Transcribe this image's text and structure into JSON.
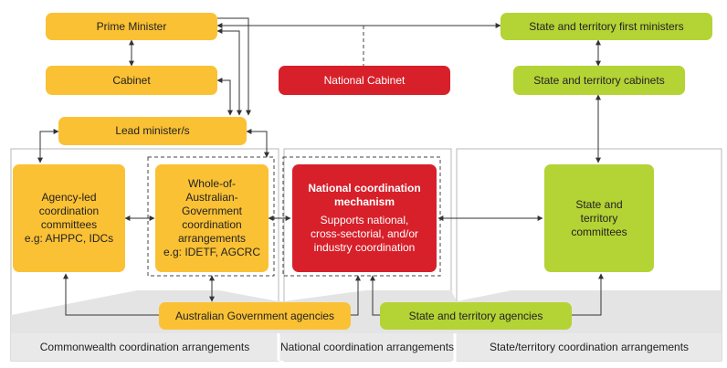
{
  "colors": {
    "commonwealth": "#fbc134",
    "state": "#b4d335",
    "national": "#d7202a"
  },
  "top": {
    "prime_minister": "Prime Minister",
    "cabinet": "Cabinet",
    "national_cabinet": "National Cabinet",
    "state_first_ministers": "State and territory first ministers",
    "state_cabinets": "State and territory cabinets",
    "lead_ministers": "Lead minister/s"
  },
  "agency_led": {
    "line1": "Agency-led",
    "line2": "coordination",
    "line3": "committees",
    "line4": "e.g: AHPPC, IDCs"
  },
  "whole_of_gov": {
    "line1": "Whole-of-",
    "line2": "Australian-",
    "line3": "Government",
    "line4": "coordination",
    "line5": "arrangements",
    "line6": "e.g: IDETF, AGCRC"
  },
  "national_mechanism": {
    "title_line1": "National coordination",
    "title_line2": "mechanism",
    "desc_line1": "Supports national,",
    "desc_line2": "cross-sectorial, and/or",
    "desc_line3": "industry coordination"
  },
  "state_committees": {
    "line1": "State and",
    "line2": "territory",
    "line3": "committees"
  },
  "agencies": {
    "australian": "Australian Government agencies",
    "state": "State and territory agencies"
  },
  "footer": {
    "commonwealth": "Commonwealth coordination arrangements",
    "national": "National coordination arrangements",
    "state": "State/territory coordination arrangements"
  }
}
